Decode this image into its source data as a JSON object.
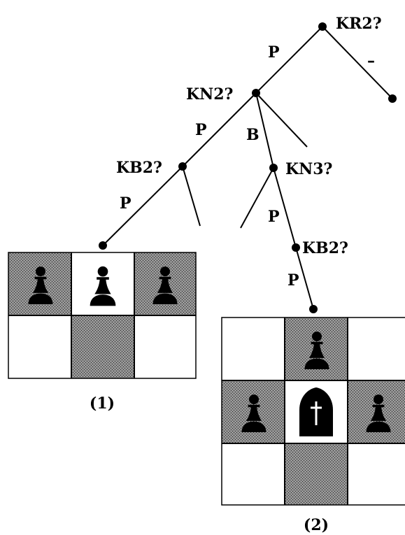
{
  "tree": {
    "nodes": [
      {
        "id": "root",
        "label": "KR2?"
      },
      {
        "id": "kn2",
        "label": "KN2?"
      },
      {
        "id": "right_leaf",
        "label": ""
      },
      {
        "id": "kb2a",
        "label": "KB2?"
      },
      {
        "id": "kn3",
        "label": "KN3?"
      },
      {
        "id": "kb2b",
        "label": "KB2?"
      },
      {
        "id": "leaf1",
        "label": ""
      },
      {
        "id": "leaf2",
        "label": ""
      }
    ],
    "edges": [
      {
        "from": "root",
        "to": "kn2",
        "label": "P"
      },
      {
        "from": "root",
        "to": "right_leaf",
        "label": "–"
      },
      {
        "from": "kn2",
        "to": "kb2a",
        "label": "P"
      },
      {
        "from": "kn2",
        "to": "kn3",
        "label": "B"
      },
      {
        "from": "kn2",
        "to": "open",
        "label": ""
      },
      {
        "from": "kb2a",
        "to": "leaf1",
        "label": "P"
      },
      {
        "from": "kb2a",
        "to": "open",
        "label": ""
      },
      {
        "from": "kn3",
        "to": "kb2b",
        "label": "P"
      },
      {
        "from": "kn3",
        "to": "open",
        "label": ""
      },
      {
        "from": "kb2b",
        "to": "leaf2",
        "label": "P"
      }
    ]
  },
  "boards": [
    {
      "caption": "(1)",
      "rows": 2,
      "cols": 3,
      "dark_squares": [
        "a2",
        "c2",
        "b1"
      ],
      "pieces": [
        "pawn",
        "pawn",
        "pawn"
      ]
    },
    {
      "caption": "(2)",
      "rows": 3,
      "cols": 3,
      "dark_squares": [
        "b3",
        "a2",
        "c2",
        "b1"
      ],
      "pieces": [
        "pawn",
        "pawn",
        "bishop",
        "pawn"
      ]
    }
  ],
  "colors": {
    "ink": "#000000",
    "dark_square": "#6e6e6e",
    "light_square": "#ffffff"
  }
}
